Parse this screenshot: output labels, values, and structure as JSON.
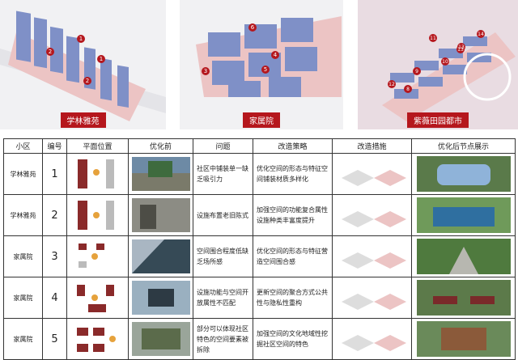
{
  "maps": [
    {
      "label": "学林雅苑",
      "markers": [
        "1",
        "2",
        "1",
        "2"
      ]
    },
    {
      "label": "家属院",
      "markers": [
        "6",
        "4",
        "5",
        "3"
      ]
    },
    {
      "label": "紫薇田园都市",
      "markers": [
        "14",
        "13",
        "11",
        "13",
        "10",
        "9",
        "12",
        "8"
      ]
    }
  ],
  "table": {
    "headers": [
      "小区",
      "编号",
      "平面位置",
      "优化前",
      "问题",
      "改造策略",
      "改造措施",
      "优化后节点展示"
    ],
    "rows": [
      {
        "community": "学林雅苑",
        "num": "1",
        "problem": "社区中铺装单一缺乏吸引力",
        "strategy": "优化空间的形态与特征空间铺装材质多样化"
      },
      {
        "community": "学林雅苑",
        "num": "2",
        "problem": "设施布置老旧陈式",
        "strategy": "加强空间的功能复合属性设施种类丰富度提升"
      },
      {
        "community": "家属院",
        "num": "3",
        "problem": "空间围合程度低缺乏场所感",
        "strategy": "优化空间的形态与特征营造空间围合感"
      },
      {
        "community": "家属院",
        "num": "4",
        "problem": "设施功能与空间开放属性不匹配",
        "strategy": "更新空间的聚合方式公共性与隐私性重构"
      },
      {
        "community": "家属院",
        "num": "5",
        "problem": "部分可以体现社区特色的空间要素被拆除",
        "strategy": "加强空间的文化地域性挖掘社区空间的特色"
      }
    ]
  },
  "colors": {
    "accent": "#b5171d",
    "building": "#7f90c7",
    "pink": "#ecc4c4"
  }
}
